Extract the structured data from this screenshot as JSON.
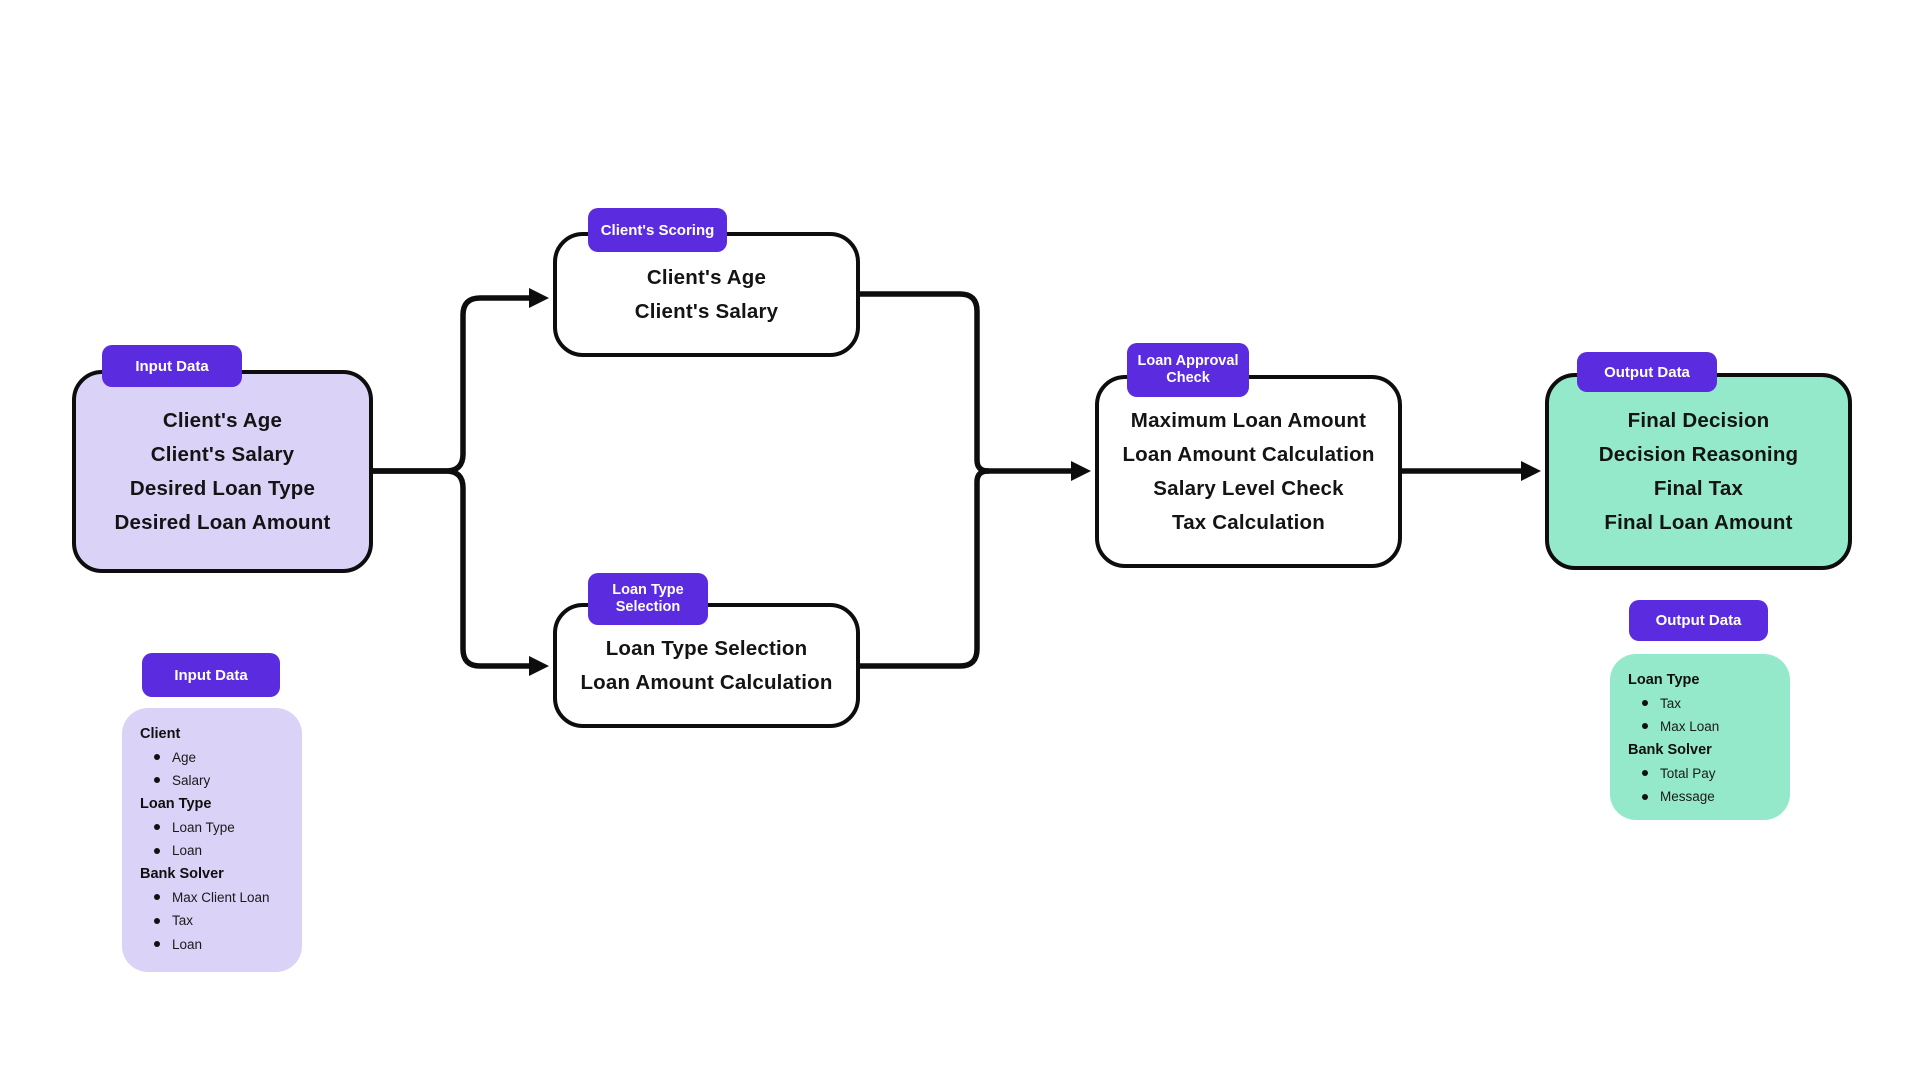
{
  "colors": {
    "badge_purple": "#5b2bdf",
    "input_lavender": "#dbd2f7",
    "output_mint": "#94e9ca",
    "line_black": "#0d0d0d",
    "node_border": "#0d0d0d",
    "background": "#ffffff"
  },
  "nodes": {
    "input": {
      "badge": "Input Data",
      "lines": [
        "Client's Age",
        "Client's Salary",
        "Desired Loan Type",
        "Desired Loan Amount"
      ]
    },
    "scoring": {
      "badge": "Client's Scoring",
      "lines": [
        "Client's Age",
        "Client's Salary"
      ]
    },
    "loan_type": {
      "badge": "Loan Type Selection",
      "lines": [
        "Loan Type Selection",
        "Loan Amount Calculation"
      ]
    },
    "approval": {
      "badge": "Loan Approval Check",
      "lines": [
        "Maximum Loan Amount",
        "Loan Amount Calculation",
        "Salary Level Check",
        "Tax Calculation"
      ]
    },
    "output": {
      "badge": "Output Data",
      "lines": [
        "Final Decision",
        "Decision Reasoning",
        "Final Tax",
        "Final Loan Amount"
      ]
    }
  },
  "legends": {
    "input": {
      "badge": "Input Data",
      "sections": [
        {
          "title": "Client",
          "items": [
            "Age",
            "Salary"
          ]
        },
        {
          "title": "Loan Type",
          "items": [
            "Loan Type",
            "Loan"
          ]
        },
        {
          "title": "Bank Solver",
          "items": [
            "Max Client Loan",
            "Tax",
            "Loan"
          ]
        }
      ]
    },
    "output": {
      "badge": "Output Data",
      "sections": [
        {
          "title": "Loan Type",
          "items": [
            "Tax",
            "Max Loan"
          ]
        },
        {
          "title": "Bank Solver",
          "items": [
            "Total Pay",
            "Message"
          ]
        }
      ]
    }
  }
}
